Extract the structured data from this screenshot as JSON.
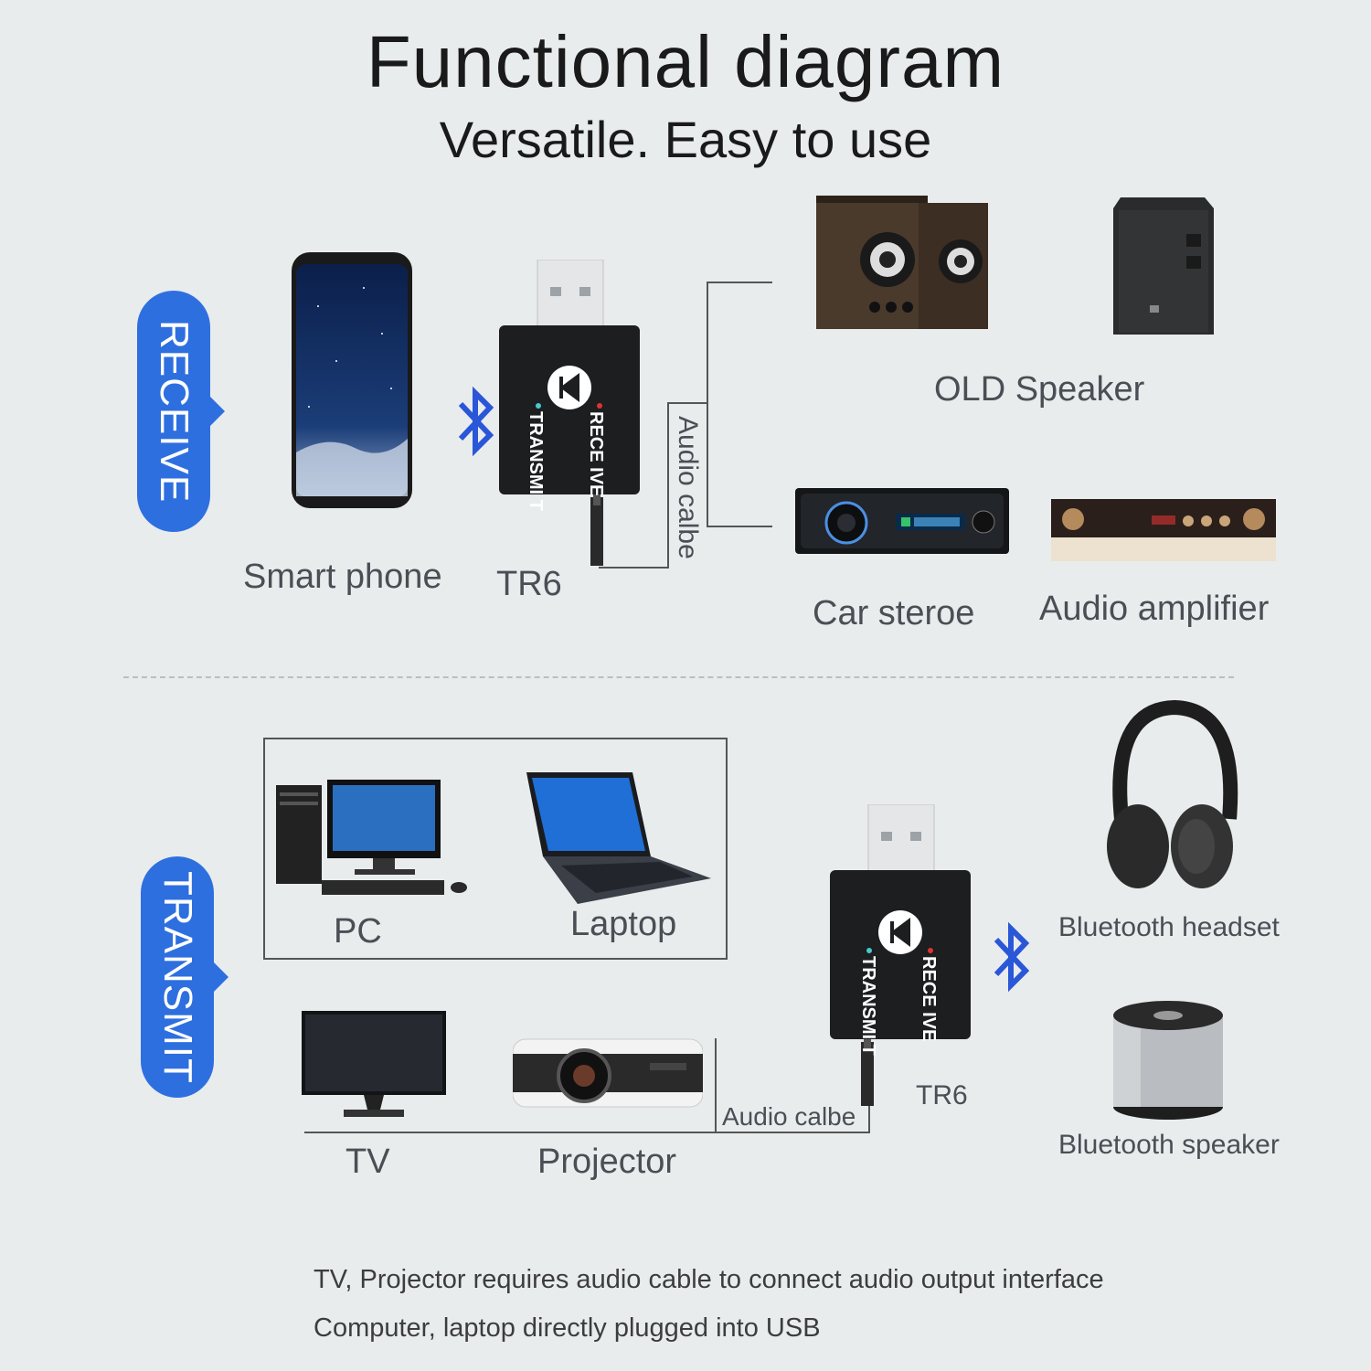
{
  "header": {
    "title": "Functional diagram",
    "subtitle": "Versatile. Easy to use"
  },
  "receive": {
    "badge": "RECEIVE",
    "devices": {
      "smartphone": "Smart phone",
      "adapter": "TR6",
      "cable": "Audio calbe",
      "old_speaker": "OLD Speaker",
      "car_stereo": "Car steroe",
      "amplifier": "Audio amplifier"
    }
  },
  "transmit": {
    "badge": "TRANSMIT",
    "devices": {
      "pc": "PC",
      "laptop": "Laptop",
      "tv": "TV",
      "projector": "Projector",
      "cable": "Audio calbe",
      "adapter": "TR6",
      "headset": "Bluetooth headset",
      "speaker": "Bluetooth speaker"
    }
  },
  "adapter_body": {
    "mode_receive": "RECE IVE",
    "mode_transmit": "TRANSMI T"
  },
  "notes": [
    "TV, Projector requires audio cable to connect audio output interface",
    "Computer, laptop directly plugged into USB"
  ],
  "colors": {
    "accent": "#2e6fe0",
    "bluetooth": "#2a56d8",
    "background": "#e9eced"
  },
  "icons": [
    "bluetooth-icon",
    "bluetooth-icon"
  ]
}
